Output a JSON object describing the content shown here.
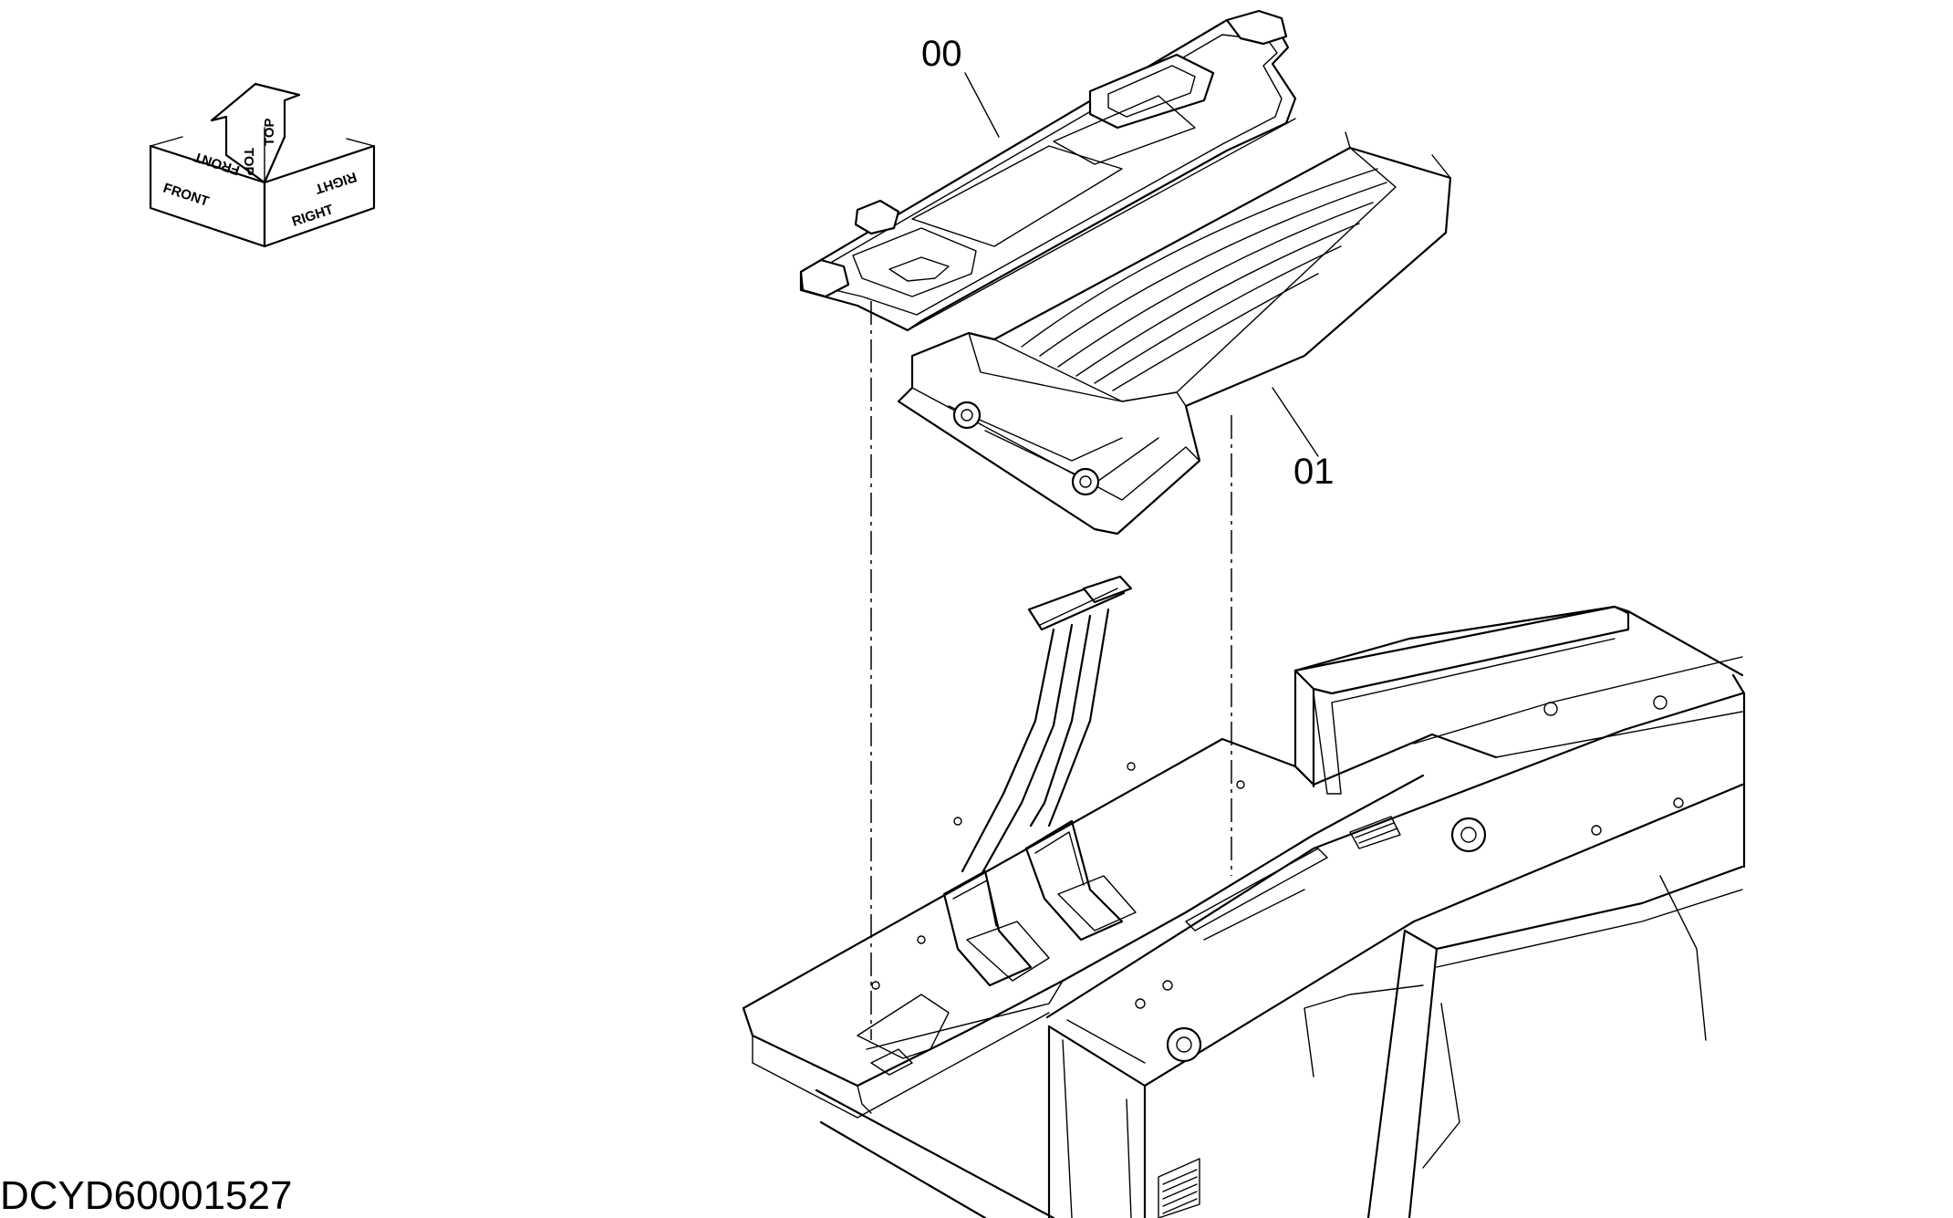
{
  "orientation": {
    "front_label": "FRONT",
    "top_label": "TOP",
    "right_label": "RIGHT"
  },
  "callouts": [
    {
      "id": "part-00",
      "label": "00"
    },
    {
      "id": "part-01",
      "label": "01"
    }
  ],
  "drawing_code": "DCYD60001527",
  "icons": [
    "orientation-arrows-icon"
  ]
}
